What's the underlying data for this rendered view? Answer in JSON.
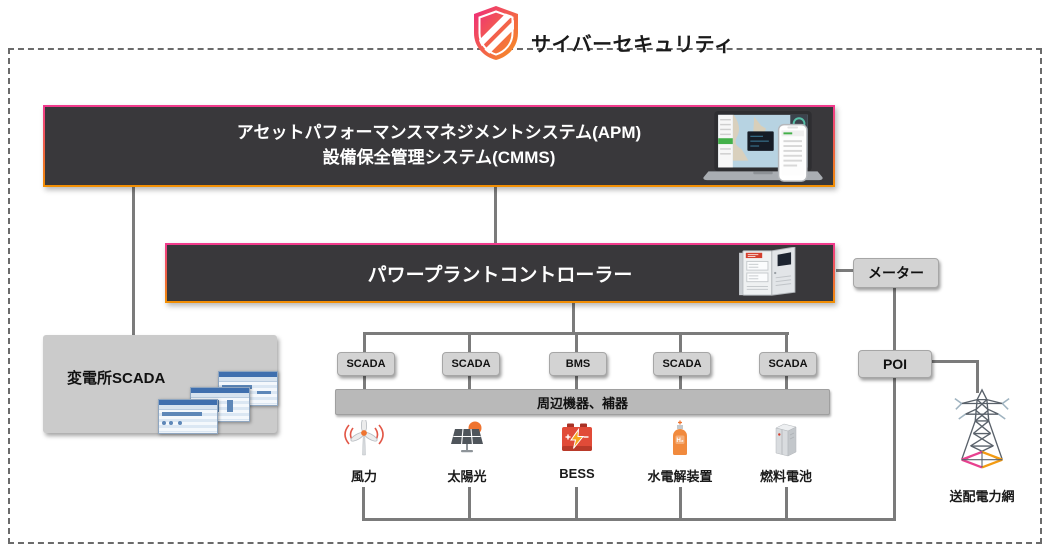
{
  "security": {
    "label": "サイバーセキュリティ"
  },
  "apm_bar": {
    "line1": "アセットパフォーマンスマネジメントシステム(APM)",
    "line2": "設備保全管理システム(CMMS)"
  },
  "ppc_bar": {
    "label": "パワープラントコントローラー"
  },
  "meter": {
    "label": "メーター"
  },
  "poi": {
    "label": "POI"
  },
  "substation": {
    "label": "変電所SCADA"
  },
  "controllers": [
    {
      "label": "SCADA"
    },
    {
      "label": "SCADA"
    },
    {
      "label": "BMS"
    },
    {
      "label": "SCADA"
    },
    {
      "label": "SCADA"
    }
  ],
  "peripheral": {
    "label": "周辺機器、補器"
  },
  "sources": [
    {
      "label": "風力",
      "icon": "wind-turbine-icon"
    },
    {
      "label": "太陽光",
      "icon": "solar-panel-icon"
    },
    {
      "label": "BESS",
      "icon": "battery-icon"
    },
    {
      "label": "水電解装置",
      "icon": "electrolyzer-icon",
      "badge": "H₂"
    },
    {
      "label": "燃料電池",
      "icon": "fuel-cell-icon"
    }
  ],
  "grid": {
    "label": "送配電力網"
  },
  "colors": {
    "accent_pink": "#f1398e",
    "accent_orange": "#f29002",
    "bar_dark": "#39383b",
    "node_gray": "#d3d3d3",
    "line_gray": "#7b7b7b",
    "shield_gradient": [
      "#ee2a7b",
      "#f7941e"
    ]
  }
}
